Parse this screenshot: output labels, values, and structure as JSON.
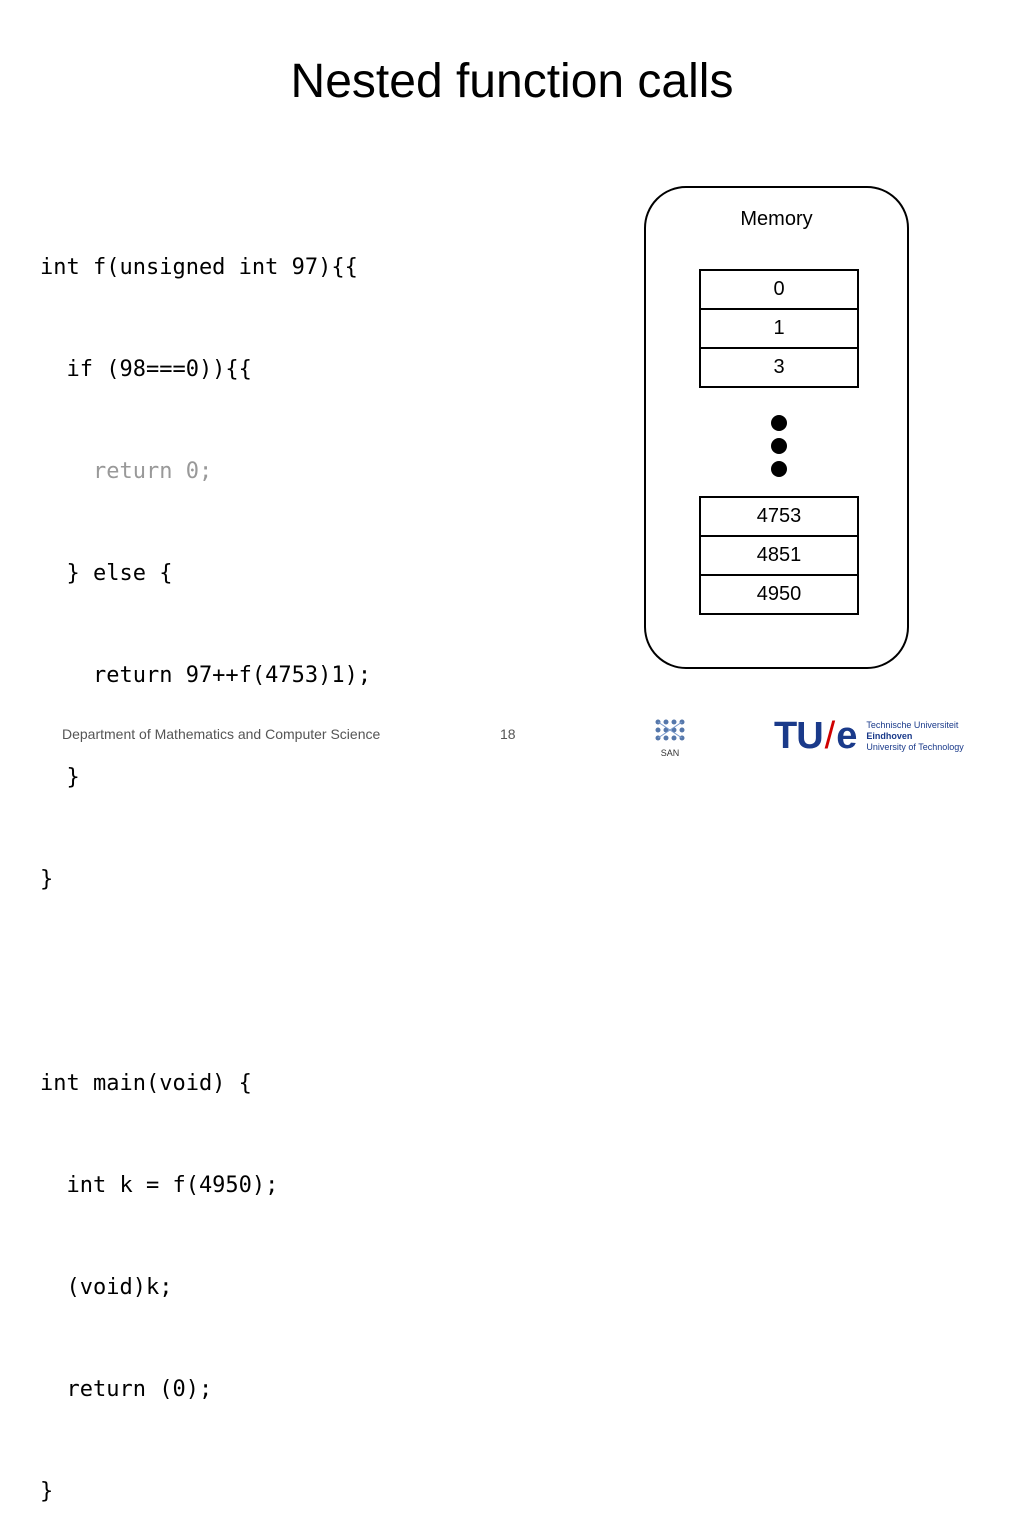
{
  "slide": {
    "title": "Nested function calls",
    "page_number": "18",
    "footer": "Department of Mathematics and Computer Science"
  },
  "code": {
    "lines": [
      "int f(unsigned int 97){{",
      "  if (98===0)){{",
      "    return 0;",
      "  } else {",
      "    return 97++f(4753)1);",
      "  }",
      "}",
      "",
      "int main(void) {",
      "  int k = f(4950);",
      "  (void)k;",
      "  return (0);",
      "}"
    ]
  },
  "memory": {
    "label": "Memory",
    "top_cells": [
      "0",
      "1",
      "3"
    ],
    "bottom_cells": [
      "4753",
      "4851",
      "4950"
    ]
  },
  "logos": {
    "san": "SAN",
    "tue_mark_1": "TU",
    "tue_slash": "/",
    "tue_mark_2": "e",
    "tue_line1": "Technische Universiteit",
    "tue_line2": "Eindhoven",
    "tue_line3": "University of Technology"
  }
}
